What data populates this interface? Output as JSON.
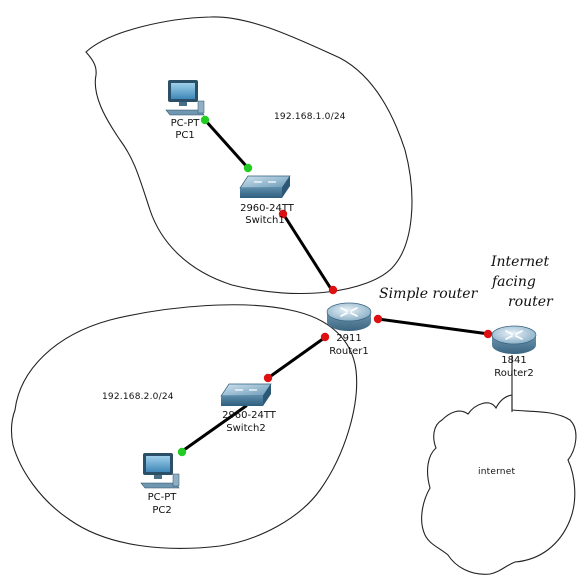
{
  "devices": {
    "pc1": {
      "model": "PC-PT",
      "name": "PC1"
    },
    "switch1": {
      "model": "2960-24TT",
      "name": "Switch1"
    },
    "router1": {
      "model": "2911",
      "name": "Router1"
    },
    "router2": {
      "model": "1841",
      "name": "Router2"
    },
    "switch2": {
      "model": "2960-24TT",
      "name": "Switch2"
    },
    "pc2": {
      "model": "PC-PT",
      "name": "PC2"
    }
  },
  "networks": {
    "top_subnet": "192.168.1.0/24",
    "bottom_subnet": "192.168.2.0/24",
    "internet_label": "internet"
  },
  "annotations": {
    "simple_router": "Simple router",
    "internet_facing_line1": "Internet",
    "internet_facing_line2": "facing",
    "internet_facing_line3": "router"
  },
  "colors": {
    "link_up": "#22cc22",
    "link_down": "#dd1111",
    "cable": "#000000"
  }
}
